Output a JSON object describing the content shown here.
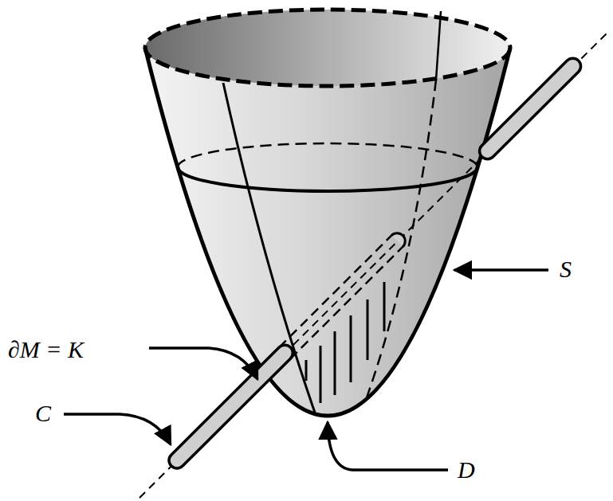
{
  "diagram": {
    "labels": [
      "∂M = K",
      "C",
      "S",
      "D"
    ]
  }
}
